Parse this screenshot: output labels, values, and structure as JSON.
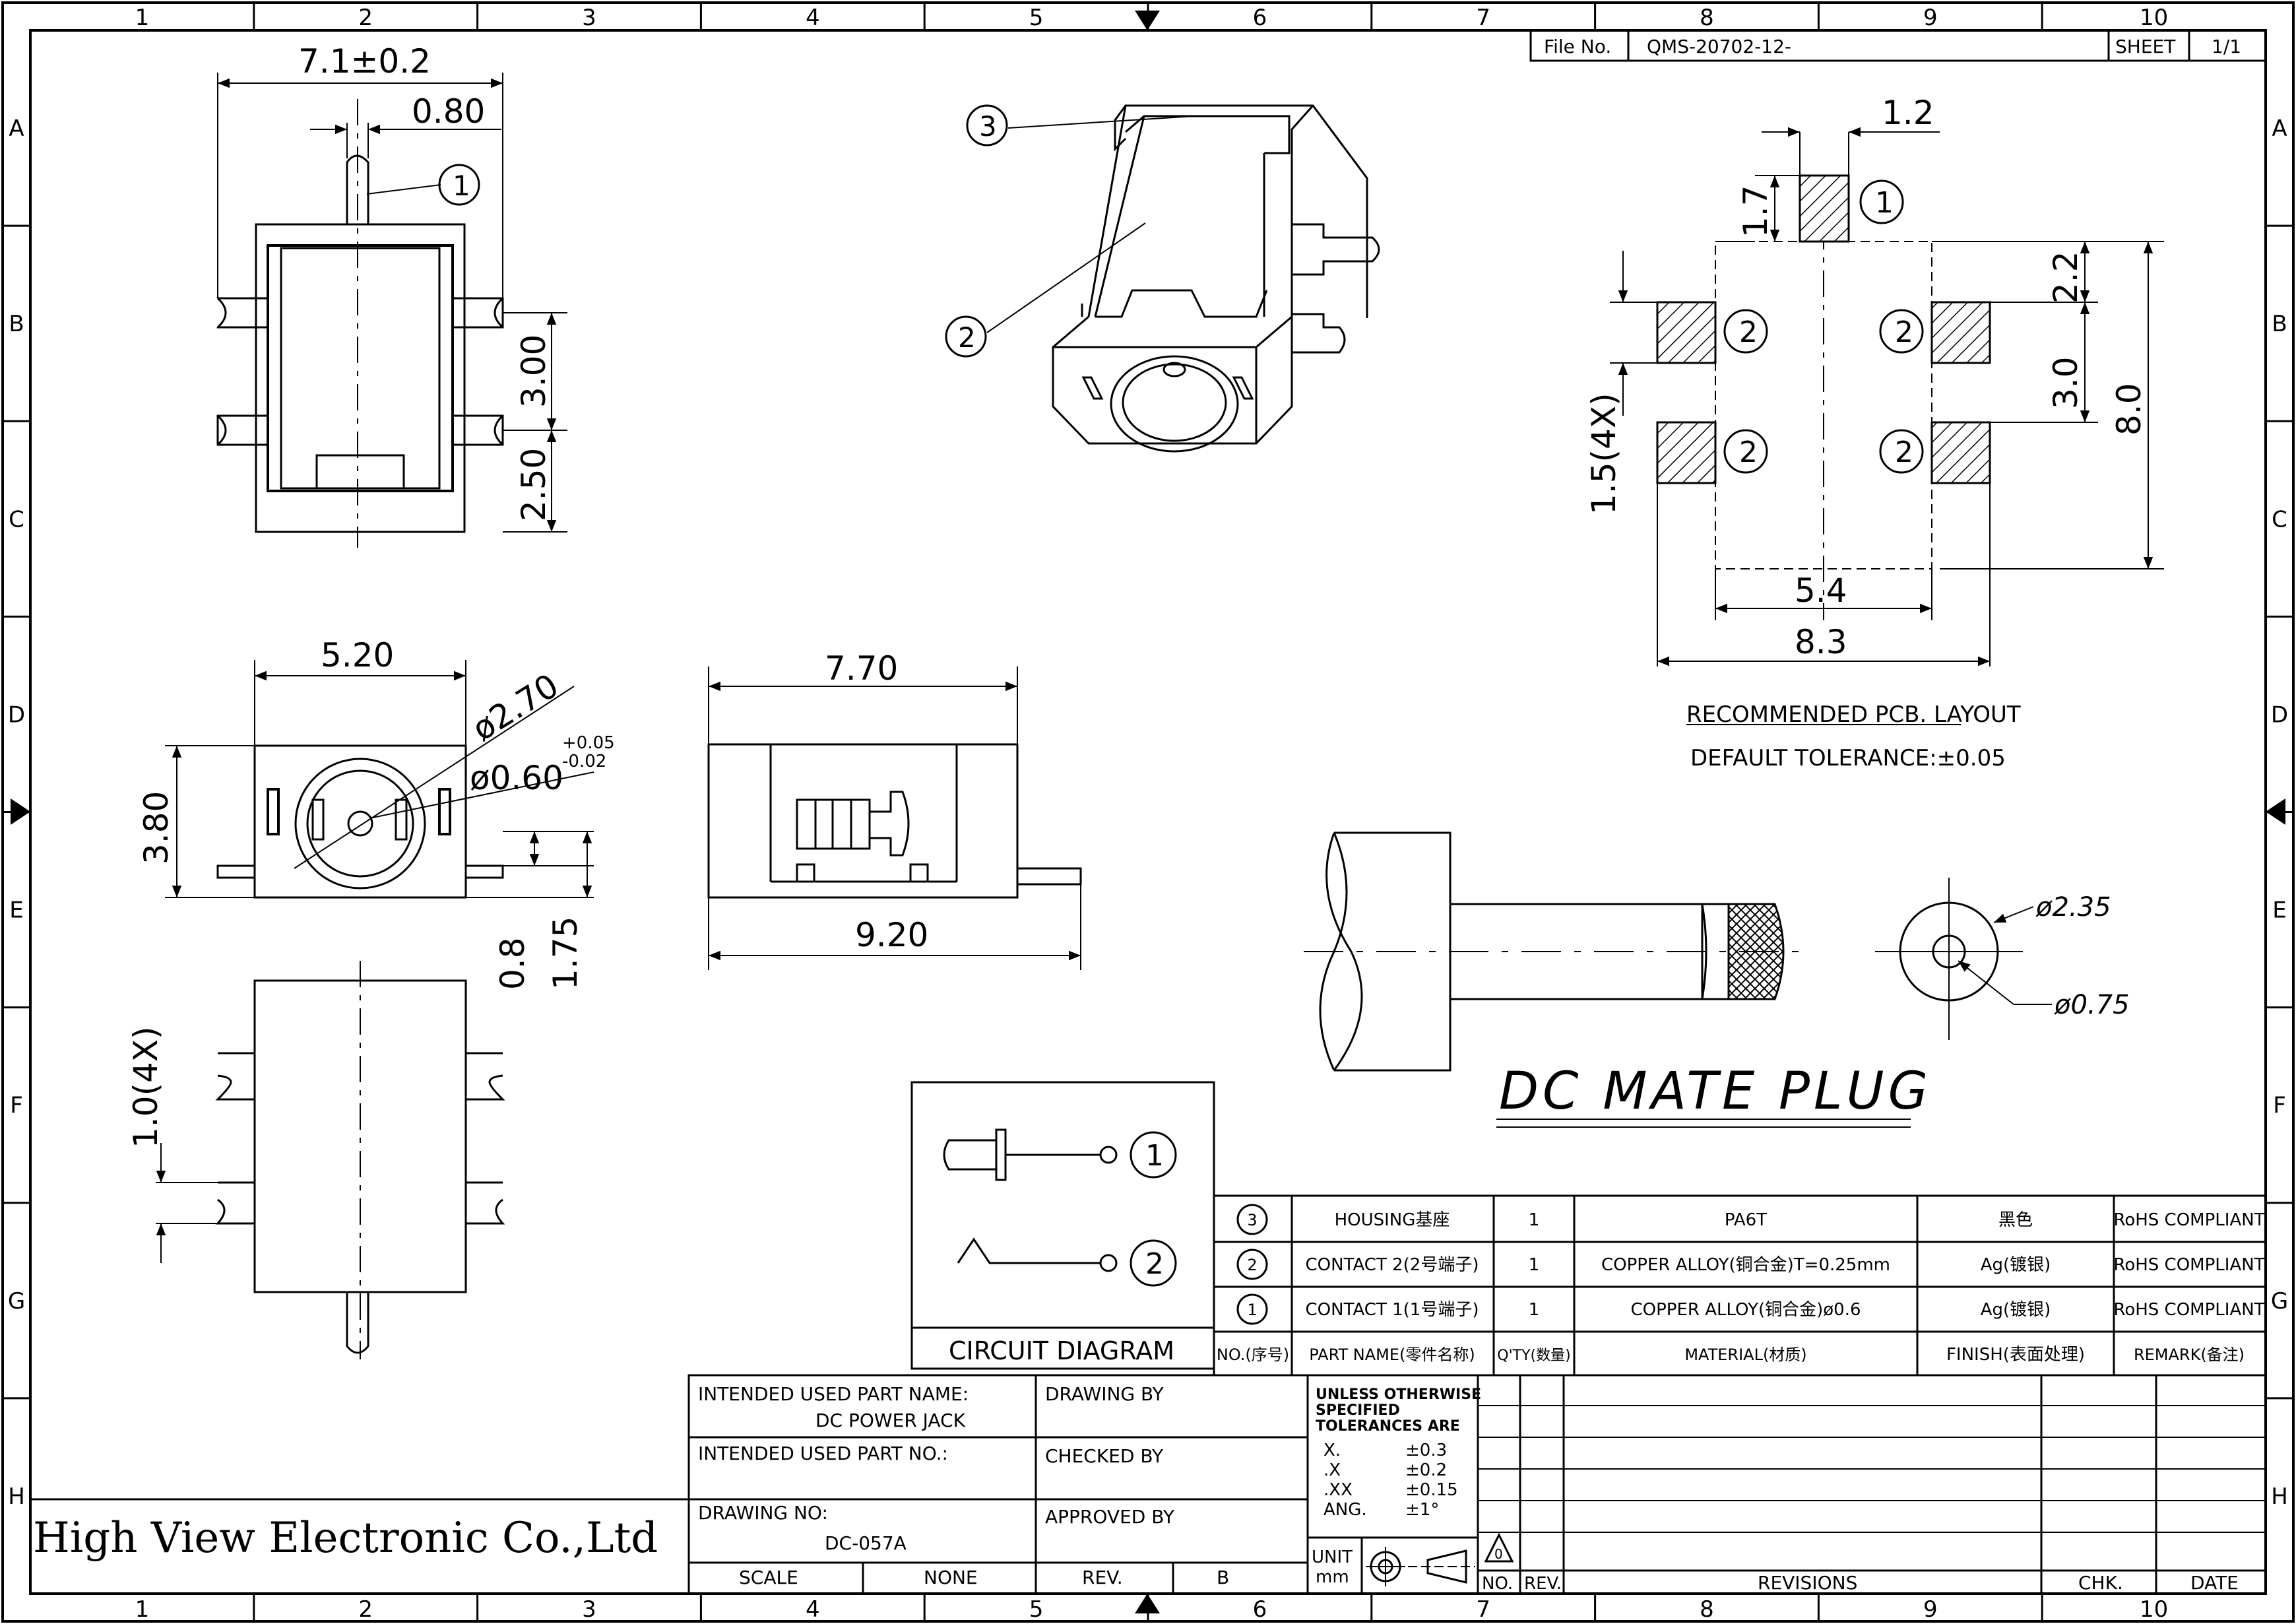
{
  "frame": {
    "cols": [
      "1",
      "2",
      "3",
      "4",
      "5",
      "6",
      "7",
      "8",
      "9",
      "10"
    ],
    "rows": [
      "A",
      "B",
      "C",
      "D",
      "E",
      "F",
      "G",
      "H"
    ]
  },
  "header": {
    "file_no_label": "File No.",
    "file_no": "QMS-20702-12-",
    "sheet_label": "SHEET",
    "sheet": "1/1"
  },
  "top_view": {
    "width": "7.1±0.2",
    "pin_width": "0.80",
    "pitch": "3.00",
    "offset": "2.50",
    "pin_callout": "1"
  },
  "iso_view": {
    "callouts": [
      "3",
      "2"
    ]
  },
  "front_view": {
    "width": "5.20",
    "height": "3.80",
    "outer_dia": "ø2.70",
    "pin_dia": "ø0.60",
    "tol_plus": "+0.05",
    "tol_minus": "-0.02",
    "pin_height": "0.8",
    "total_height": "1.75"
  },
  "side_view": {
    "body_len": "7.70",
    "total_len": "9.20"
  },
  "bottom_view": {
    "pad": "1.0(4X)"
  },
  "pcb": {
    "pad_width": "1.2",
    "pad_height": "1.7",
    "pad_offset": "2.2",
    "pitch": "3.0",
    "height": "8.0",
    "pad_size": "1.5(4X)",
    "inner_width": "5.4",
    "outer_width": "8.3",
    "callout_1": "1",
    "callout_2": "2",
    "title": "RECOMMENDED PCB. LAYOUT",
    "tolerance": "DEFAULT TOLERANCE:±0.05"
  },
  "plug": {
    "outer_dia": "ø2.35",
    "inner_dia": "ø0.75",
    "title": "DC MATE PLUG"
  },
  "circuit": {
    "title": "CIRCUIT DIAGRAM",
    "n1": "1",
    "n2": "2"
  },
  "bom": {
    "rows": [
      {
        "no": "3",
        "name": "HOUSING基座",
        "qty": "1",
        "material": "PA6T",
        "finish": "黑色",
        "remark": "RoHS COMPLIANT"
      },
      {
        "no": "2",
        "name": "CONTACT 2(2号端子)",
        "qty": "1",
        "material": "COPPER ALLOY(铜合金)T=0.25mm",
        "finish": "Ag(镀银)",
        "remark": "RoHS COMPLIANT"
      },
      {
        "no": "1",
        "name": "CONTACT 1(1号端子)",
        "qty": "1",
        "material": "COPPER ALLOY(铜合金)ø0.6",
        "finish": "Ag(镀银)",
        "remark": "RoHS COMPLIANT"
      }
    ],
    "header": {
      "no": "NO.(序号)",
      "name": "PART NAME(零件名称)",
      "qty": "Q'TY(数量)",
      "material": "MATERIAL(材质)",
      "finish": "FINISH(表面处理)",
      "remark": "REMARK(备注)"
    }
  },
  "title_block": {
    "part_name_label": "INTENDED USED PART NAME:",
    "part_name": "DC POWER JACK",
    "part_no_label": "INTENDED USED PART NO.:",
    "drawing_no_label": "DRAWING NO:",
    "drawing_no": "DC-057A",
    "drawing_by": "DRAWING BY",
    "checked_by": "CHECKED BY",
    "approved_by": "APPROVED BY",
    "scale_label": "SCALE",
    "scale": "NONE",
    "rev_label": "REV.",
    "rev": "B",
    "tol_title_1": "UNLESS OTHERWISE",
    "tol_title_2": "SPECIFIED",
    "tol_title_3": "TOLERANCES ARE",
    "tol_x": "X.",
    "tol_x_val": "±0.3",
    "tol_dx": ".X",
    "tol_dx_val": "±0.2",
    "tol_dxx": ".XX",
    "tol_dxx_val": "±0.15",
    "tol_ang": "ANG.",
    "tol_ang_val": "±1°",
    "unit_label": "UNIT",
    "unit": "mm",
    "rev_no": "NO.",
    "rev_rev": "REV.",
    "revisions": "REVISIONS",
    "chk": "CHK.",
    "date": "DATE",
    "rev_mark": "0"
  },
  "company": "High View Electronic Co.,Ltd"
}
